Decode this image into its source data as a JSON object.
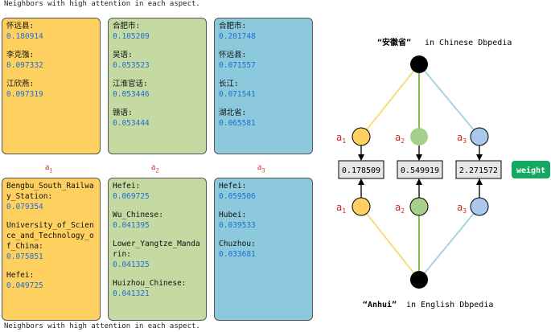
{
  "top_caption": "Neighbors with high attention in each aspect.",
  "bottom_caption": "Neighbors with high attention in each aspect.",
  "aspect_labels": [
    {
      "main": "a",
      "sub": "1"
    },
    {
      "main": "a",
      "sub": "2"
    },
    {
      "main": "a",
      "sub": "3"
    }
  ],
  "top_boxes": [
    {
      "color": "#fdd060",
      "entries": [
        {
          "name": "怀远县:",
          "value": "0.180914"
        },
        {
          "name": "李克强:",
          "value": "0.097332"
        },
        {
          "name": "江欣燕:",
          "value": "0.097319"
        }
      ]
    },
    {
      "color": "#c5d9a3",
      "entries": [
        {
          "name": "合肥市:",
          "value": "0.105209"
        },
        {
          "name": "吴语:",
          "value": "0.053523"
        },
        {
          "name": "江淮官话:",
          "value": "0.053446"
        },
        {
          "name": "赣语:",
          "value": "0.053444"
        }
      ]
    },
    {
      "color": "#8cc9dc",
      "entries": [
        {
          "name": "合肥市:",
          "value": "0.201748"
        },
        {
          "name": "怀远县:",
          "value": "0.071557"
        },
        {
          "name": "长江:",
          "value": "0.071541"
        },
        {
          "name": "湖北省:",
          "value": "0.065581"
        }
      ]
    }
  ],
  "bottom_boxes": [
    {
      "color": "#fdd060",
      "entries": [
        {
          "name": "Bengbu_South_Railway_Station:",
          "value": "0.079354"
        },
        {
          "name": "University_of_Science_and_Technology_of_China:",
          "value": "0.075851"
        },
        {
          "name": "Hefei:",
          "value": "0.049725"
        }
      ]
    },
    {
      "color": "#c5d9a3",
      "entries": [
        {
          "name": "Hefei:",
          "value": "0.069725"
        },
        {
          "name": "Wu_Chinese:",
          "value": "0.041395"
        },
        {
          "name": "Lower_Yangtze_Mandarin:",
          "value": "0.041325"
        },
        {
          "name": "Huizhou_Chinese:",
          "value": "0.041321"
        }
      ]
    },
    {
      "color": "#8cc9dc",
      "entries": [
        {
          "name": "Hefei:",
          "value": "0.059506"
        },
        {
          "name": "Hubei:",
          "value": "0.039533"
        },
        {
          "name": "Chuzhou:",
          "value": "0.033681"
        }
      ]
    }
  ],
  "graph": {
    "top_entity_name": "“安徽省”",
    "top_entity_source": "in Chinese Dbpedia",
    "bottom_entity_name": "“Anhui”",
    "bottom_entity_source": "in English Dbpedia",
    "weights": [
      "0.178509",
      "0.549919",
      "2.271572"
    ],
    "weight_label": "weight",
    "colors": {
      "a1": "#fdd060",
      "a2": "#a6d08a",
      "a3": "#a9c8ec",
      "a1_line": "#f5dd7a",
      "a2_line": "#7cc148",
      "a3_line": "#a8d3e3",
      "weight_badge": "#15a862",
      "node": "#000000"
    }
  }
}
